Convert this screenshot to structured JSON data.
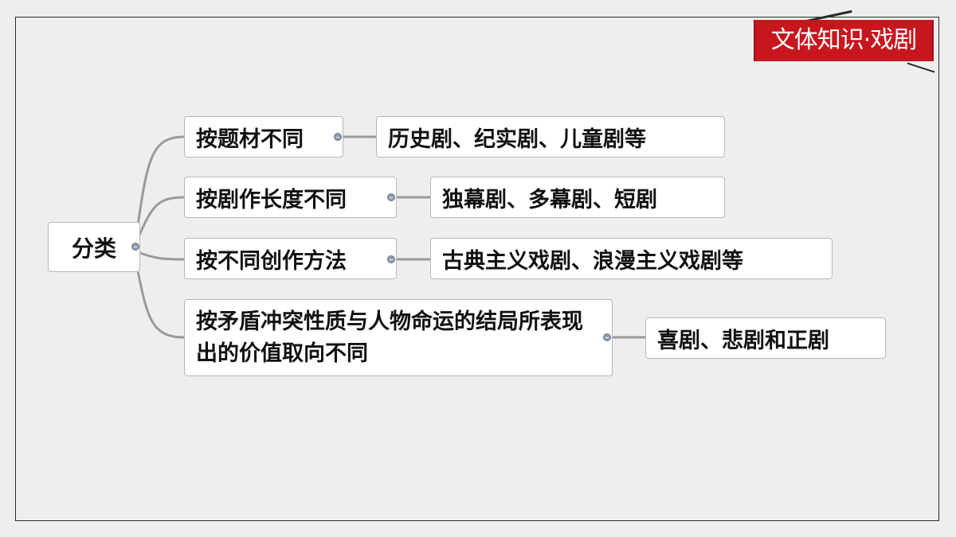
{
  "banner": {
    "title": "文体知识·戏剧"
  },
  "mindmap": {
    "root": "分类",
    "branches": [
      {
        "label": "按题材不同",
        "child": "历史剧、纪实剧、儿童剧等"
      },
      {
        "label": "按剧作长度不同",
        "child": "独幕剧、多幕剧、短剧"
      },
      {
        "label": "按不同创作方法",
        "child": "古典主义戏剧、浪漫主义戏剧等"
      },
      {
        "label": "按矛盾冲突性质与人物命运的结局所表现出的价值取向不同",
        "child": "喜剧、悲剧和正剧"
      }
    ]
  }
}
